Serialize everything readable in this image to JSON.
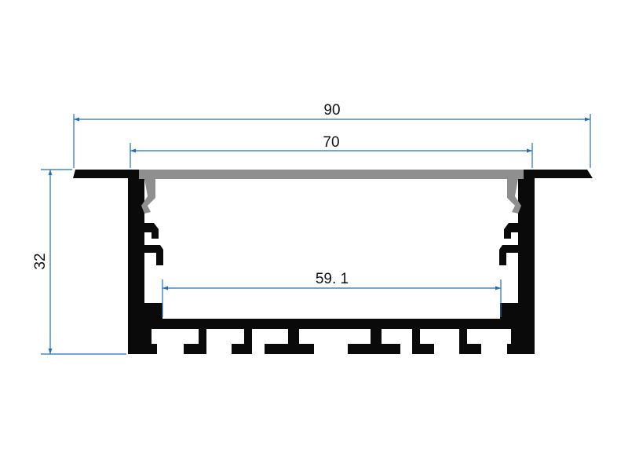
{
  "colors": {
    "dimension_line": "#1f6fb8",
    "profile": "#0a0a0a",
    "diffuser": "#8f8f8f",
    "background": "#ffffff"
  },
  "dimensions": {
    "overall_width": "90",
    "inner_width": "70",
    "bottom_inner_width": "59. 1",
    "height": "32"
  }
}
